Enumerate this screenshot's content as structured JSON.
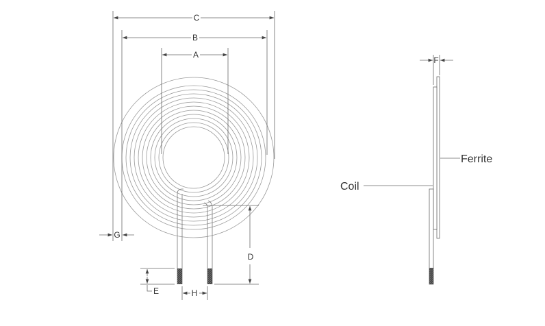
{
  "front_view": {
    "dimensions": {
      "A": "A",
      "B": "B",
      "C": "C",
      "D": "D",
      "E": "E",
      "G": "G",
      "H": "H"
    },
    "turns": 11
  },
  "side_view": {
    "dimension_F": "F",
    "labels": {
      "ferrite": "Ferrite",
      "coil": "Coil"
    }
  },
  "colors": {
    "line": "#555555",
    "coil": "#9a9a9a",
    "tinned": "#555555"
  }
}
